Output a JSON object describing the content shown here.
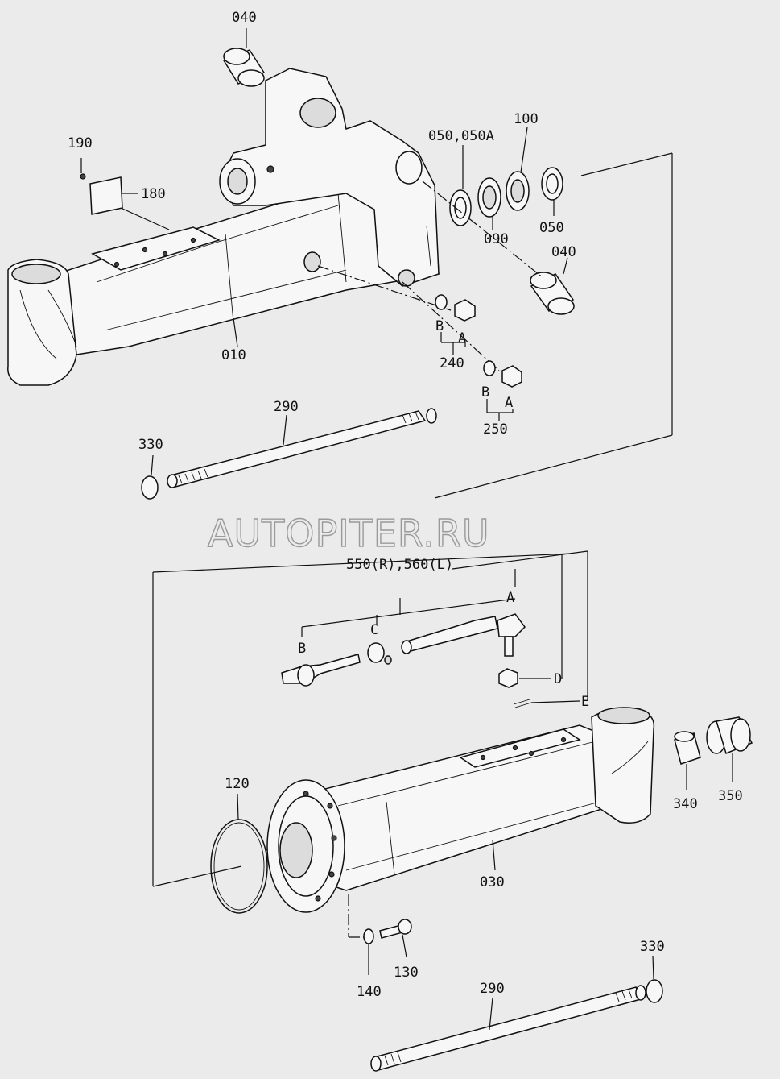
{
  "watermark": "AUTOPITER.RU",
  "labels": {
    "p040_top": "040",
    "p190": "190",
    "p180": "180",
    "p050_050A": "050,050A",
    "p100": "100",
    "p090": "090",
    "p050": "050",
    "p040_right": "040",
    "p010": "010",
    "p240": "240",
    "p240_B": "B",
    "p240_A": "A",
    "p250": "250",
    "p250_B": "B",
    "p250_A": "A",
    "p290_top": "290",
    "p330_top": "330",
    "p550_560": "550(R),560(L)",
    "tie_A": "A",
    "tie_B": "B",
    "tie_C": "C",
    "tie_D": "D",
    "tie_E": "E",
    "p120": "120",
    "p030": "030",
    "p340": "340",
    "p350": "350",
    "p130": "130",
    "p140": "140",
    "p290_bottom": "290",
    "p330_bottom": "330"
  }
}
